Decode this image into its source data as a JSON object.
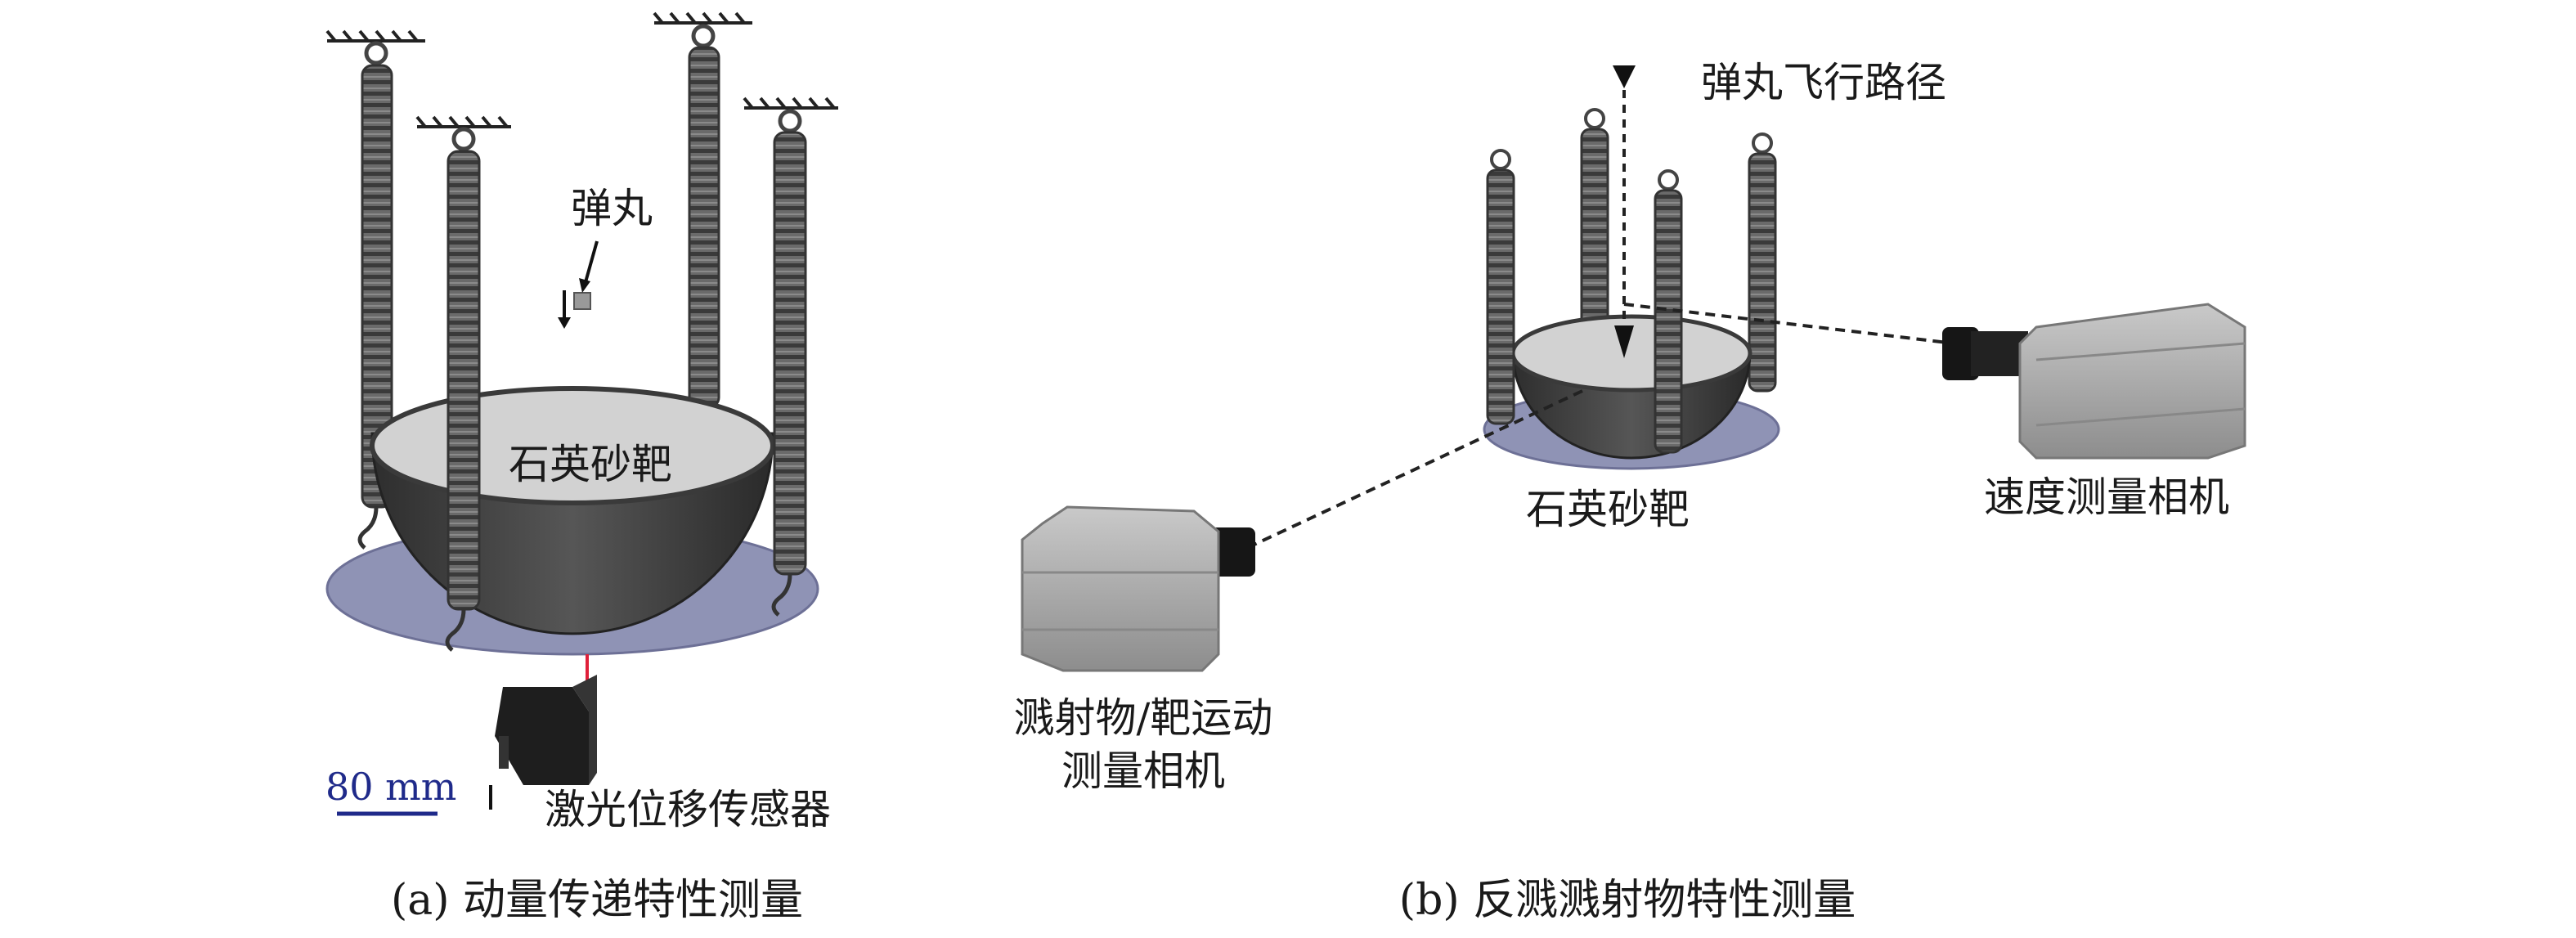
{
  "panel_a": {
    "caption": "(a) 动量传递特性测量",
    "projectile_label": "弹丸",
    "target_label": "石英砂靶",
    "sensor_label": "激光位移传感器",
    "scale_bar_label": "80 mm"
  },
  "panel_b": {
    "caption": "(b) 反溅溅射物特性测量",
    "flight_path_label": "弹丸飞行路径",
    "target_label": "石英砂靶",
    "velocity_camera_label": "速度测量相机",
    "ejecta_camera_label_line1": "溅射物/靶运动",
    "ejecta_camera_label_line2": "测量相机"
  },
  "colors": {
    "plate": "#8f93b5",
    "bowl": "#3e3e3e",
    "sand": "#d2d2d2",
    "spring": "#5a5a5a",
    "camera": "#a9a9a9",
    "scale_bar": "#1f2a8a",
    "laser": "#e0203a"
  }
}
